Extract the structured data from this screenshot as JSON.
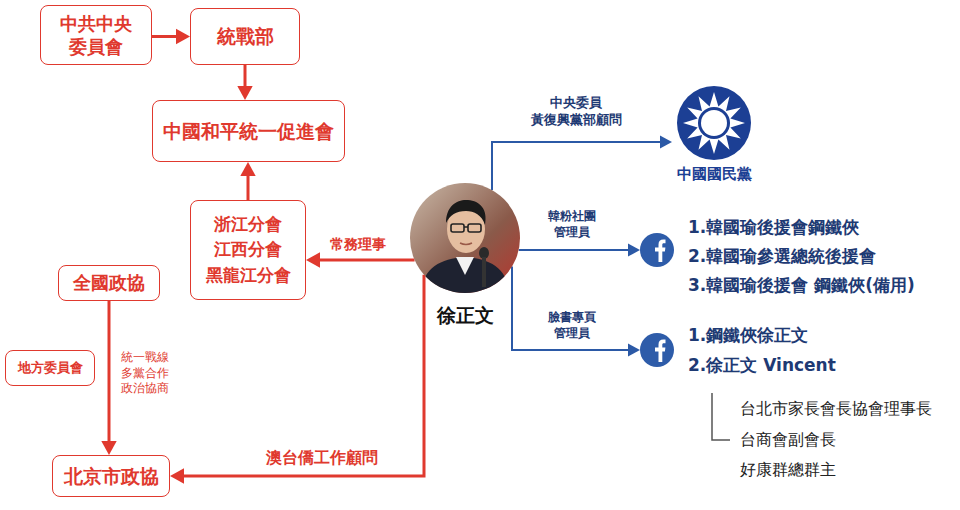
{
  "diagram": {
    "nodes": [
      {
        "text": [
          "中共中央 委員會"
        ]
      },
      {
        "text": [
          "統戰部"
        ]
      },
      {
        "text": [
          "中國和平統一促進會"
        ]
      },
      {
        "text": [
          "浙江分會",
          "江西分會",
          "黑龍江分會"
        ]
      },
      {
        "text": [
          "全國政協"
        ]
      },
      {
        "text": [
          "地方委員會"
        ]
      },
      {
        "text": [
          "北京市政協"
        ]
      },
      {
        "text": [
          "徐正文"
        ]
      },
      {
        "text": [
          "中國國民黨"
        ]
      },
      {
        "text": [
          "1.韓國瑜後援會鋼鐵俠",
          "2.韓國瑜參選總統後援會",
          "3.韓國瑜後援會 鋼鐵俠(備用)"
        ]
      },
      {
        "text": [
          "1.鋼鐵俠徐正文",
          "2.徐正文 Vincent"
        ]
      }
    ],
    "edges": [
      {
        "from": 0,
        "to": 1,
        "arrow": "to"
      },
      {
        "from": 1,
        "to": 2,
        "arrow": "to"
      },
      {
        "from": 3,
        "to": 2,
        "arrow": "to"
      },
      {
        "from": 7,
        "to": 3,
        "label": "常務理事",
        "arrow": "to"
      },
      {
        "from": 4,
        "to": 6,
        "label": "統一戰線 多黨合作 政治協商",
        "arrow": "to"
      },
      {
        "from": 7,
        "to": 6,
        "label": "澳台僑工作顧問",
        "arrow": "to"
      },
      {
        "from": 7,
        "to": 8,
        "label": "中央委員 黃復興黨部顧問",
        "arrow": "to"
      },
      {
        "from": 7,
        "to": 9,
        "label": "韓粉社團 管理員",
        "arrow": "to"
      },
      {
        "from": 7,
        "to": 10,
        "label": "臉書專頁 管理員",
        "arrow": "to"
      }
    ],
    "labels": [
      "台北市家長會長協會理事長",
      "台商會副會長",
      "好康群總群主"
    ]
  }
}
